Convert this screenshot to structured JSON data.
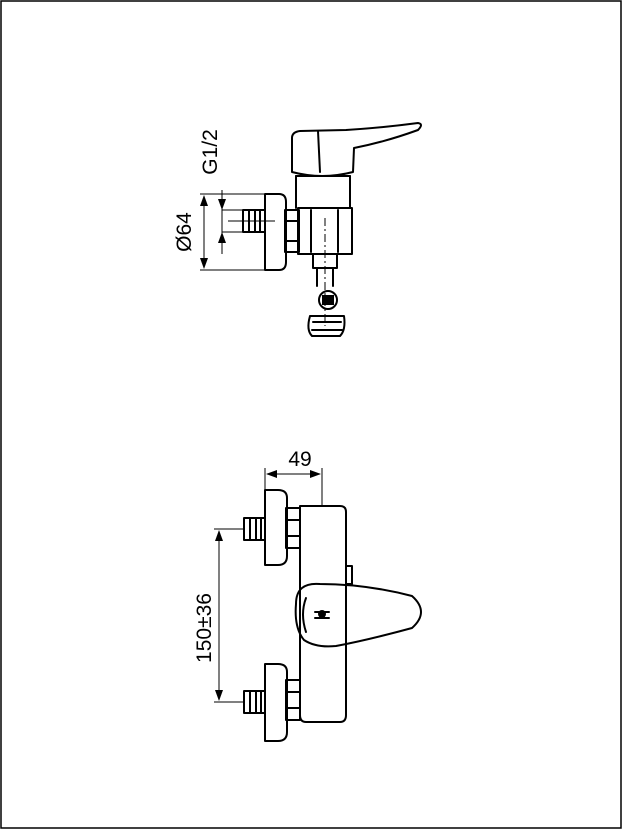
{
  "dimensions": {
    "side_thread": "G1/2",
    "side_diameter": "Ø64",
    "front_depth": "49",
    "front_center_distance": "150±36"
  }
}
